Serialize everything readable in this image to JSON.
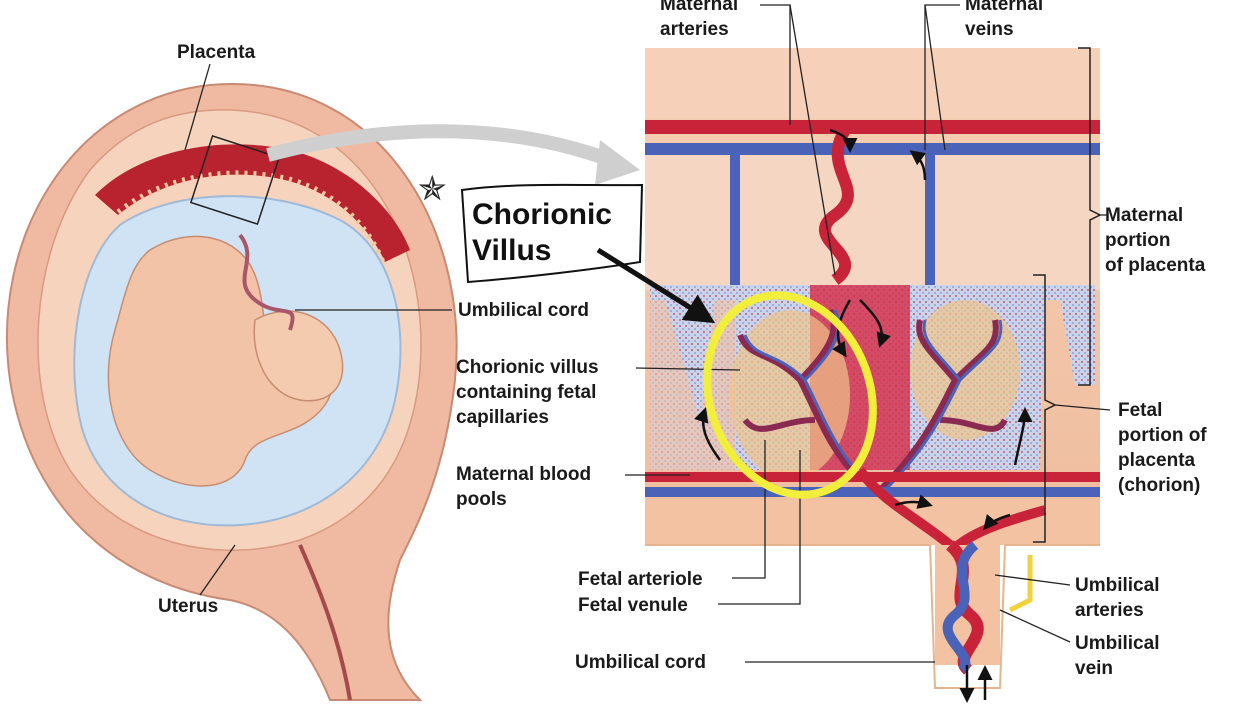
{
  "labels": {
    "placenta": "Placenta",
    "umbilical_cord_fetus": "Umbilical cord",
    "uterus": "Uterus",
    "maternal_arteries": "Maternal\narteries",
    "maternal_veins": "Maternal\nveins",
    "maternal_portion": "Maternal\nportion\nof placenta",
    "chorionic_villus_capillaries": "Chorionic villus\ncontaining fetal\ncapillaries",
    "maternal_blood_pools": "Maternal blood\npools",
    "fetal_portion": "Fetal\nportion of\nplacenta\n(chorion)",
    "fetal_arteriole": "Fetal arteriole",
    "fetal_venule": "Fetal venule",
    "umbilical_arteries": "Umbilical\narteries",
    "umbilical_vein": "Umbilical\nvein",
    "umbilical_cord_detail": "Umbilical cord"
  },
  "annotation": {
    "callout_text": "Chorionic\nVillus",
    "star_glyph": "✯",
    "highlight_color": "#f2ee3c"
  },
  "colors": {
    "maternal_blood": "#c9233a",
    "fetal_vessel": "#4a63b8",
    "tissue": "#f3c2a2",
    "amniotic": "#cfe3f4"
  }
}
